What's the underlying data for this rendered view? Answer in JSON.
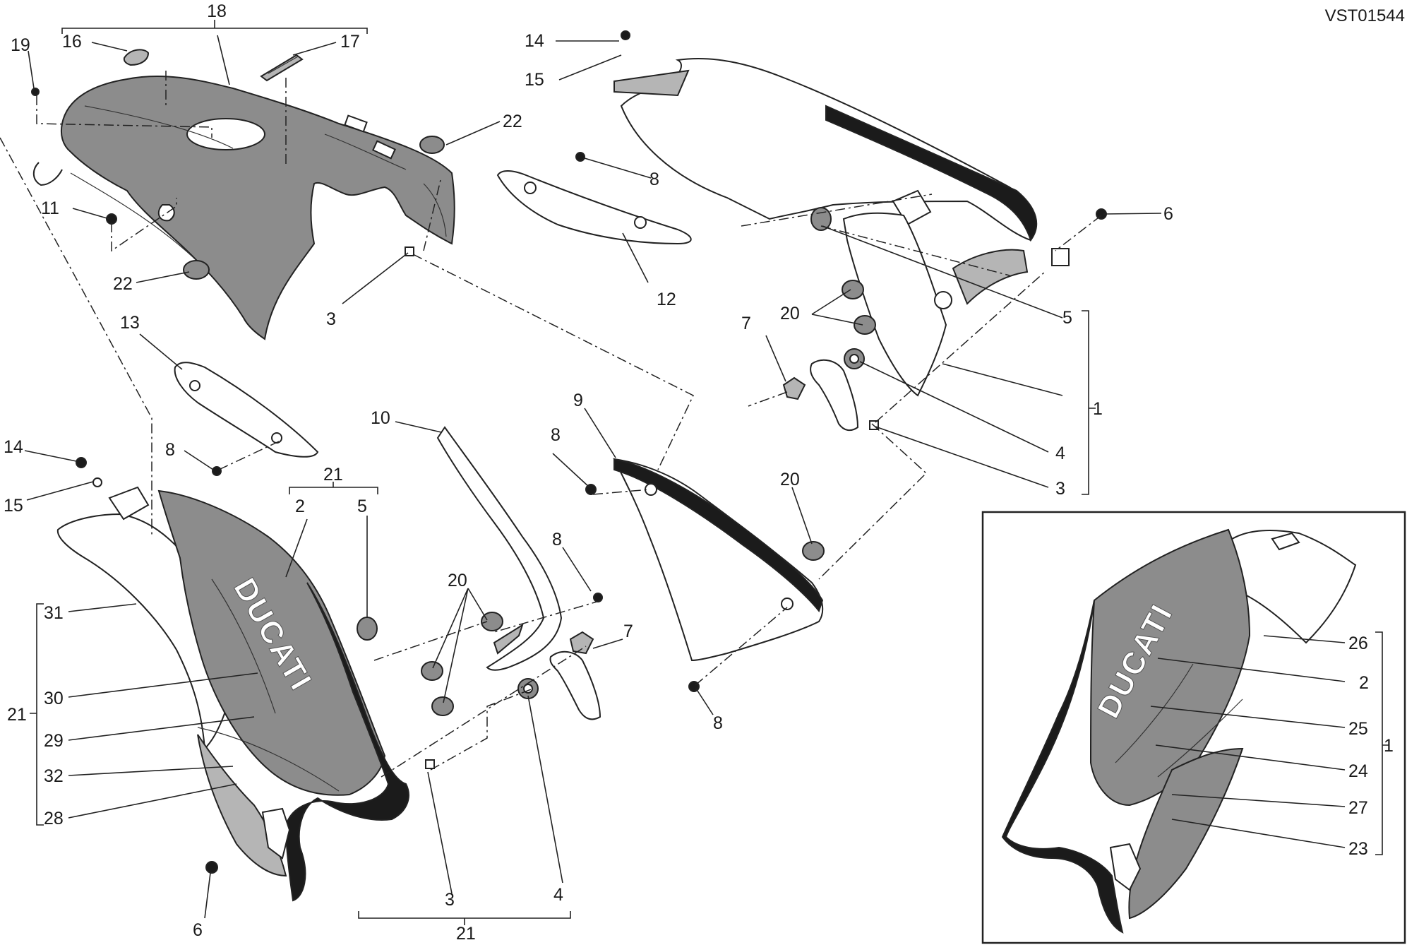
{
  "drawing_code": "VST01544",
  "brand_text": "DUCATI",
  "labels": {
    "l1a": "1",
    "l1b": "1",
    "l2a": "2",
    "l2b": "2",
    "l3a": "3",
    "l3b": "3",
    "l3c": "3",
    "l4a": "4",
    "l4b": "4",
    "l5a": "5",
    "l5b": "5",
    "l6a": "6",
    "l6b": "6",
    "l7a": "7",
    "l7b": "7",
    "l8a": "8",
    "l8b": "8",
    "l8c": "8",
    "l8d": "8",
    "l8e": "8",
    "l9": "9",
    "l10": "10",
    "l11": "11",
    "l12": "12",
    "l13": "13",
    "l14a": "14",
    "l14b": "14",
    "l15a": "15",
    "l15b": "15",
    "l16": "16",
    "l17": "17",
    "l18": "18",
    "l19": "19",
    "l20a": "20",
    "l20b": "20",
    "l20c": "20",
    "l21a": "21",
    "l21b": "21",
    "l21c": "21",
    "l22a": "22",
    "l22b": "22",
    "l23": "23",
    "l24": "24",
    "l25": "25",
    "l26": "26",
    "l27": "27",
    "l28": "28",
    "l29": "29",
    "l30": "30",
    "l31": "31",
    "l32": "32"
  }
}
